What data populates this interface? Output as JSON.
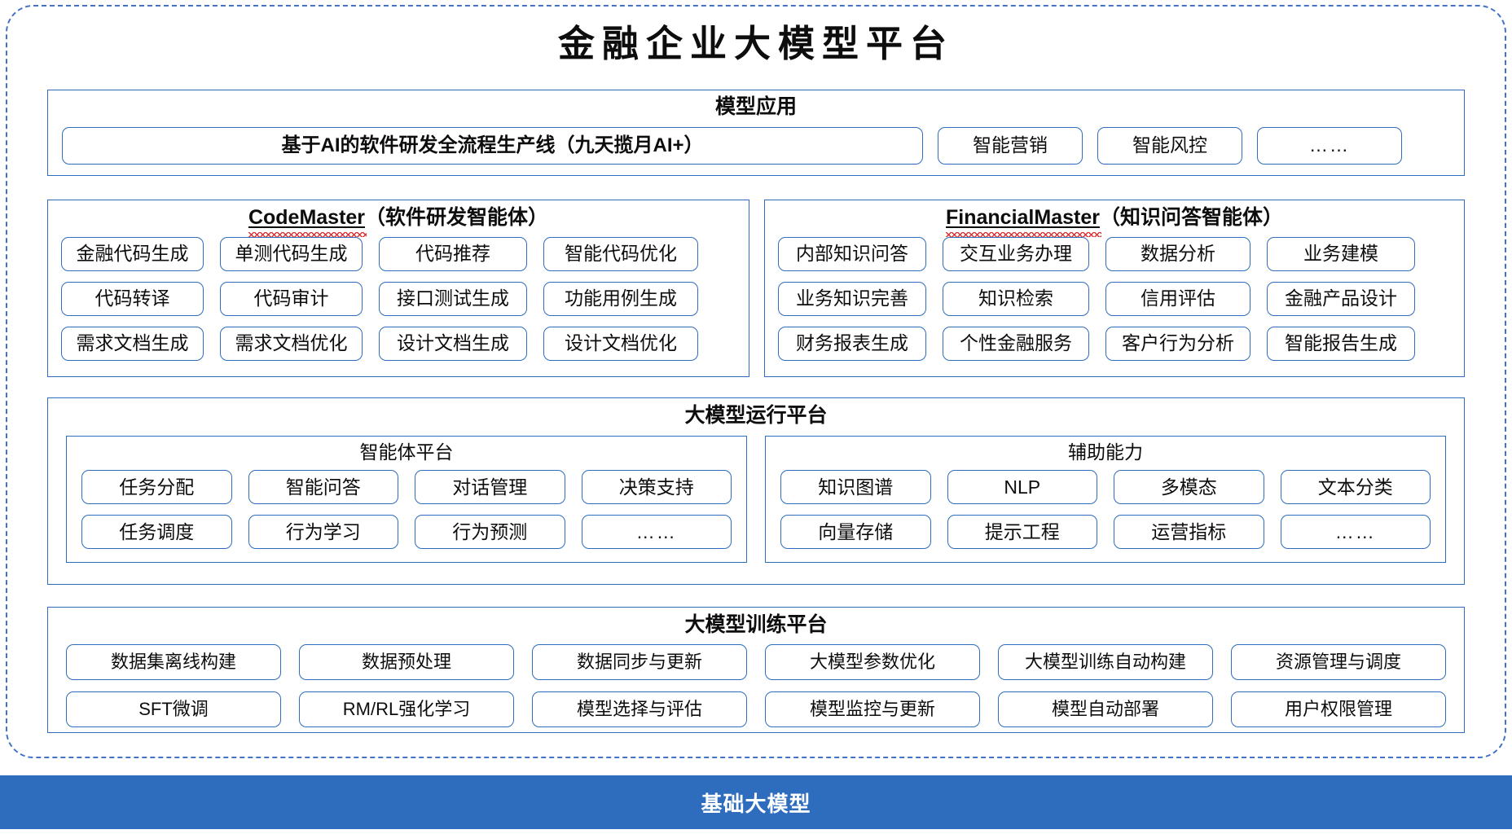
{
  "title": "金融企业大模型平台",
  "model_application": {
    "heading": "模型应用",
    "primary": "基于AI的软件研发全流程生产线（九天揽月AI+）",
    "items": [
      "智能营销",
      "智能风控",
      "……"
    ]
  },
  "code_master": {
    "name": "CodeMaster",
    "suffix": "（软件研发智能体）",
    "items": [
      "金融代码生成",
      "单测代码生成",
      "代码推荐",
      "智能代码优化",
      "代码转译",
      "代码审计",
      "接口测试生成",
      "功能用例生成",
      "需求文档生成",
      "需求文档优化",
      "设计文档生成",
      "设计文档优化"
    ]
  },
  "financial_master": {
    "name": "FinancialMaster",
    "suffix": "（知识问答智能体）",
    "items": [
      "内部知识问答",
      "交互业务办理",
      "数据分析",
      "业务建模",
      "业务知识完善",
      "知识检索",
      "信用评估",
      "金融产品设计",
      "财务报表生成",
      "个性金融服务",
      "客户行为分析",
      "智能报告生成"
    ]
  },
  "runtime_platform": {
    "heading": "大模型运行平台",
    "agent_platform": {
      "heading": "智能体平台",
      "items": [
        "任务分配",
        "智能问答",
        "对话管理",
        "决策支持",
        "任务调度",
        "行为学习",
        "行为预测",
        "……"
      ]
    },
    "support_capability": {
      "heading": "辅助能力",
      "items": [
        "知识图谱",
        "NLP",
        "多模态",
        "文本分类",
        "向量存储",
        "提示工程",
        "运营指标",
        "……"
      ]
    }
  },
  "training_platform": {
    "heading": "大模型训练平台",
    "items": [
      "数据集离线构建",
      "数据预处理",
      "数据同步与更新",
      "大模型参数优化",
      "大模型训练自动构建",
      "资源管理与调度",
      "SFT微调",
      "RM/RL强化学习",
      "模型选择与评估",
      "模型监控与更新",
      "模型自动部署",
      "用户权限管理"
    ]
  },
  "foundation": {
    "label": "基础大模型"
  },
  "colors": {
    "accent_blue": "#2e6dbe",
    "frame_blue": "#4472c4",
    "squiggle_red": "#e03131",
    "bar_text": "#ffffff"
  }
}
